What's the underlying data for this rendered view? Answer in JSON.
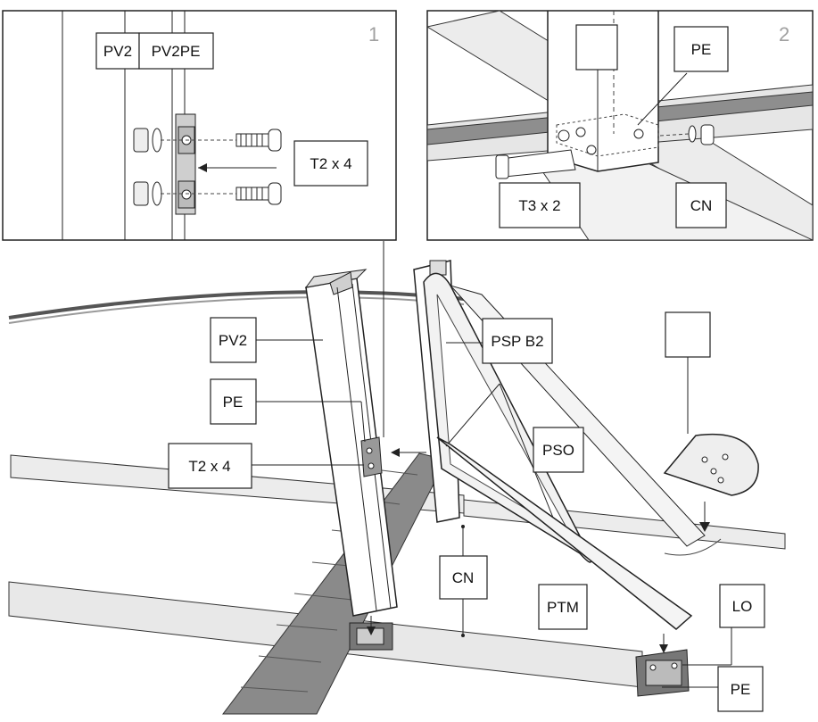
{
  "panels": [
    {
      "number": "1"
    },
    {
      "number": "2"
    }
  ],
  "labels": {
    "p1_pv2": "PV2",
    "p1_pv2pe": "PV2PE",
    "p1_t2x4": "T2 x 4",
    "p2_pe": "PE",
    "p2_t3x2": "T3 x 2",
    "p2_cn": "CN",
    "pv2": "PV2",
    "pe": "PE",
    "t2x4": "T2 x 4",
    "psp_b2": "PSP B2",
    "pso": "PSO",
    "cn": "CN",
    "ptm": "PTM",
    "lo": "LO",
    "pe_bottom": "PE"
  },
  "colors": {
    "line": "#222222",
    "rail_fill": "#e8e8e8",
    "rail_dark": "#8a8a8a",
    "panel_number": "#a0a0a0"
  }
}
